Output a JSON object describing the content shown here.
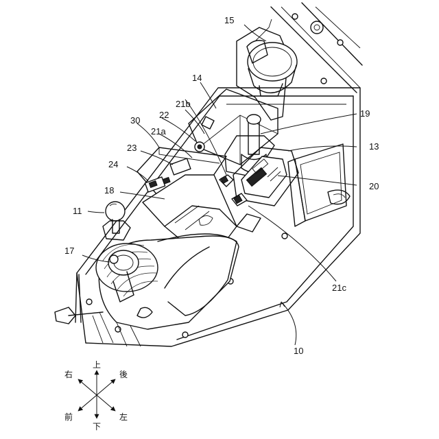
{
  "reference_labels": {
    "r10": "10",
    "r11": "11",
    "r13": "13",
    "r14": "14",
    "r15": "15",
    "r17": "17",
    "r18": "18",
    "r19": "19",
    "r20": "20",
    "r21a": "21a",
    "r21b": "21b",
    "r21c": "21c",
    "r22": "22",
    "r23": "23",
    "r24": "24",
    "r30": "30"
  },
  "direction_indicator": {
    "up": "上",
    "down": "下",
    "right": "右",
    "left": "左",
    "front": "前",
    "rear": "後"
  }
}
